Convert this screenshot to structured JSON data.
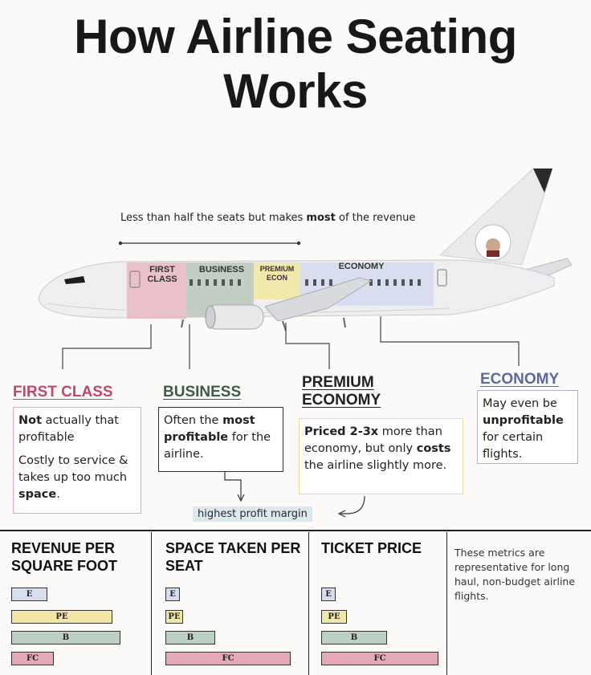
{
  "title": "How Airline Seating Works",
  "revenue_note": {
    "pre": "Less than half the seats but makes ",
    "bold": "most",
    "post": " of the revenue"
  },
  "plane_segments": {
    "first": "FIRST CLASS",
    "business": "BUSINESS",
    "premium": "PREMIUM ECON",
    "economy": "ECONOMY"
  },
  "classes": {
    "first": {
      "heading": "FIRST CLASS",
      "color": "#c2466b",
      "p1": [
        {
          "t": "Not",
          "b": true
        },
        {
          "t": " actually that profitable",
          "b": false
        }
      ],
      "p2": [
        {
          "t": "Costly to service & takes up too much ",
          "b": false
        },
        {
          "t": "space",
          "b": true
        },
        {
          "t": ".",
          "b": false
        }
      ]
    },
    "business": {
      "heading": "BUSINESS",
      "color": "#3d5c4a",
      "p1": [
        {
          "t": "Often the ",
          "b": false
        },
        {
          "t": "most profitable",
          "b": true
        },
        {
          "t": " for the airline.",
          "b": false
        }
      ]
    },
    "premium": {
      "heading_line1": "PREMIUM",
      "heading_line2": "ECONOMY",
      "color": "#222222",
      "p1": [
        {
          "t": "Priced 2-3x",
          "b": true
        },
        {
          "t": " more than economy, but only ",
          "b": false
        },
        {
          "t": "costs",
          "b": true
        },
        {
          "t": " the airline slightly more.",
          "b": false
        }
      ]
    },
    "economy": {
      "heading": "ECONOMY",
      "color": "#5a6aa0",
      "p1": [
        {
          "t": "May even be ",
          "b": false
        },
        {
          "t": "unprofitable",
          "b": true
        },
        {
          "t": " for certain flights.",
          "b": false
        }
      ]
    }
  },
  "profit_margin_tag": "highest profit margin",
  "metrics": [
    {
      "heading": "REVENUE PER SQUARE FOOT",
      "bars": [
        {
          "label": "E",
          "level": 0.33
        },
        {
          "label": "PE",
          "level": 0.93
        },
        {
          "label": "B",
          "level": 1.0
        },
        {
          "label": "FC",
          "level": 0.39
        }
      ]
    },
    {
      "heading": "SPACE TAKEN PER SEAT",
      "bars": [
        {
          "label": "E",
          "level": 0.1
        },
        {
          "label": "PE",
          "level": 0.14
        },
        {
          "label": "B",
          "level": 0.4
        },
        {
          "label": "FC",
          "level": 1.0
        }
      ]
    },
    {
      "heading": "TICKET PRICE",
      "bars": [
        {
          "label": "E",
          "level": 0.1
        },
        {
          "label": "PE",
          "level": 0.22
        },
        {
          "label": "B",
          "level": 0.56
        },
        {
          "label": "FC",
          "level": 1.0
        }
      ]
    }
  ],
  "metrics_note": "These metrics are representative for long haul, non-budget airline flights."
}
